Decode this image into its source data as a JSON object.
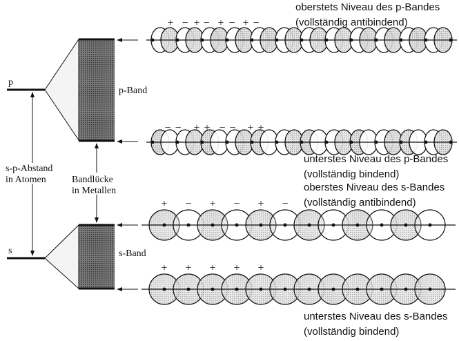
{
  "levels": {
    "p": "p",
    "s": "s"
  },
  "bands": {
    "p_band": "p-Band",
    "s_band": "s-Band"
  },
  "spacing_label": {
    "line1": "s-p-Abstand",
    "line2": "in Atomen"
  },
  "gap_label": {
    "line1": "Bandlücke",
    "line2": "in Metallen"
  },
  "rows": {
    "p_top": {
      "title": "oberstets Niveau des p-Bandes",
      "subtitle": "(vollständig antibindend)",
      "signs": [
        "+",
        "−",
        "+",
        "−",
        "+",
        "−",
        "+",
        "−"
      ]
    },
    "p_bottom": {
      "title": "unterstes Niveau des p-Bandes",
      "subtitle": "(vollständig bindend)",
      "signs": [
        "−",
        "−",
        "+",
        "+",
        "−",
        "−",
        "+",
        "+"
      ]
    },
    "s_top": {
      "title": "oberstes Niveau des s-Bandes",
      "subtitle": "(vollständig antibindend)",
      "signs": [
        "+",
        "−",
        "+",
        "−",
        "+",
        "−"
      ]
    },
    "s_bottom": {
      "title": "unterstes Niveau des s-Bandes",
      "subtitle": "(vollständig bindend)",
      "signs": [
        "+",
        "+",
        "+",
        "+",
        "+"
      ]
    }
  },
  "colors": {
    "band_fill": "#555555",
    "lobe_shade": "#cfcfcf",
    "line": "#111111"
  }
}
